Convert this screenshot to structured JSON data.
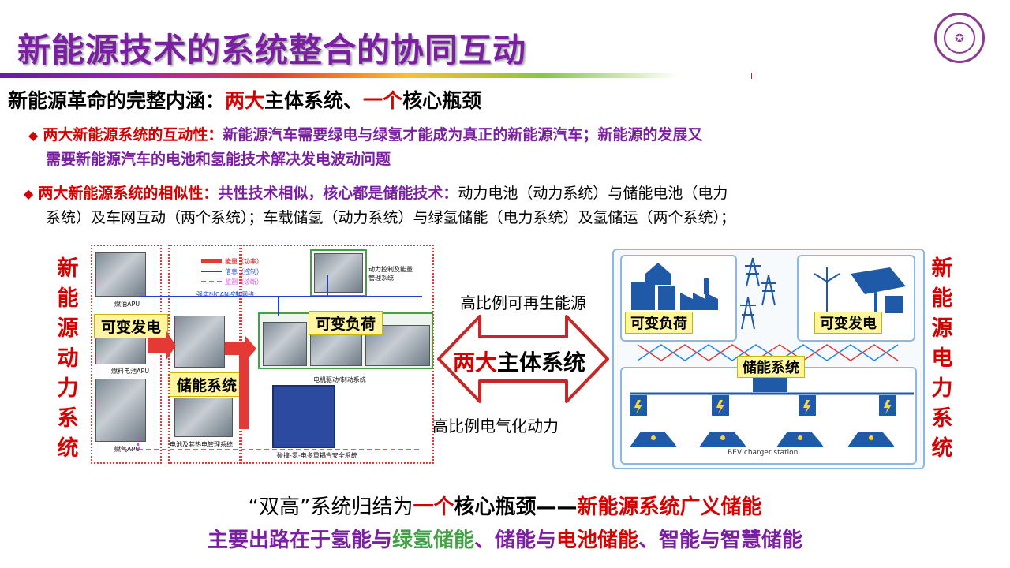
{
  "title": "新能源技术的系统整合的协同互动",
  "subtitle": {
    "part1": "新能源革命的完整内涵：",
    "part2": "两大",
    "part3": "主体系统、",
    "part4": "一个",
    "part5": "核心瓶颈"
  },
  "bullet1": {
    "lead": "两大新能源系统的互动性：",
    "line1": "新能源汽车需要绿电与绿氢才能成为真正的新能源汽车；新能源的发展又",
    "line2": "需要新能源汽车的电池和氢能技术解决发电波动问题"
  },
  "bullet2": {
    "lead": "两大新能源系统的相似性：",
    "lead2": "共性技术相似，核心都是储能技术：",
    "line1": "动力电池（动力系统）与储能电池（电力",
    "line2": "系统）及车网互动（两个系统）；车载储氢（动力系统）与绿氢储能（电力系统）及氢储运（两个系统）；"
  },
  "left_vertical": [
    "新",
    "能",
    "源",
    "动",
    "力",
    "系",
    "统"
  ],
  "right_vertical": [
    "新",
    "能",
    "源",
    "电",
    "力",
    "系",
    "统"
  ],
  "left_diagram": {
    "variable_generation": "可变发电",
    "variable_load": "可变负荷",
    "storage_system": "储能系统",
    "legend": [
      "能量（功率）",
      "信息（控制）",
      "监测（诊断）"
    ],
    "can_label": "强实时CAN控制网络",
    "captions": {
      "apu": "燃油APU",
      "fuelcell_apu": "燃料电池APU",
      "gas_apu": "燃气APU",
      "power_mgmt": "动力控制及能量管理系统",
      "motor": "电机驱动/制动系统",
      "battery_thermal": "电池及其热电管理系统",
      "safety": "碰撞-氢-电多重耦合安全系统"
    }
  },
  "middle": {
    "top_text": "高比例可再生能源",
    "main_part1": "两大",
    "main_part2": "主体系统",
    "bottom_text": "高比例电气化动力"
  },
  "right_diagram": {
    "variable_load": "可变负荷",
    "variable_generation": "可变发电",
    "storage_system": "储能系统",
    "station_label": "BEV charger station"
  },
  "bottom": {
    "line1_a": "“双高”系统归结为",
    "line1_b": "一个",
    "line1_c": "核心瓶颈——",
    "line1_d": "新能源系统广义储能",
    "line2_a": "主要出路在于氢能与",
    "line2_b": "绿氢储能",
    "line2_c": "、储能与",
    "line2_d": "电池储能",
    "line2_e": "、智能与",
    "line2_f": "智慧储能"
  },
  "colors": {
    "title": "#7a1fa2",
    "accent_red": "#d50000",
    "accent_purple": "#7b1fa2",
    "accent_green": "#43a047",
    "tag_yellow": "#fff59d"
  }
}
